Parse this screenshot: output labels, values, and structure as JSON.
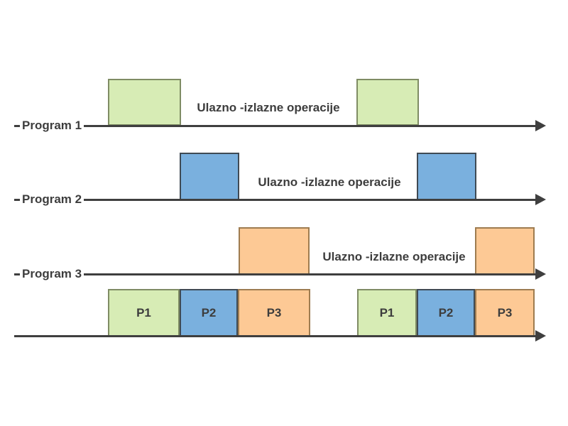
{
  "diagram": {
    "background": "#ffffff",
    "line_color": "#3f3f3f",
    "text_color": "#3d3d3d",
    "programs": [
      {
        "label": "Program 1",
        "io_label": "Ulazno -izlazne operacije",
        "fill_color": "#d7ecb5",
        "border_color": "#7f8c64"
      },
      {
        "label": "Program 2",
        "io_label": "Ulazno -izlazne operacije",
        "fill_color": "#7ab0de",
        "border_color": "#3f4a54"
      },
      {
        "label": "Program 3",
        "io_label": "Ulazno -izlazne operacije",
        "fill_color": "#fdc995",
        "border_color": "#9e7c50"
      }
    ],
    "cpu_timeline": {
      "segments": [
        {
          "label": "P1"
        },
        {
          "label": "P2"
        },
        {
          "label": "P3"
        },
        {
          "label": "P1"
        },
        {
          "label": "P2"
        },
        {
          "label": "P3"
        }
      ]
    }
  }
}
